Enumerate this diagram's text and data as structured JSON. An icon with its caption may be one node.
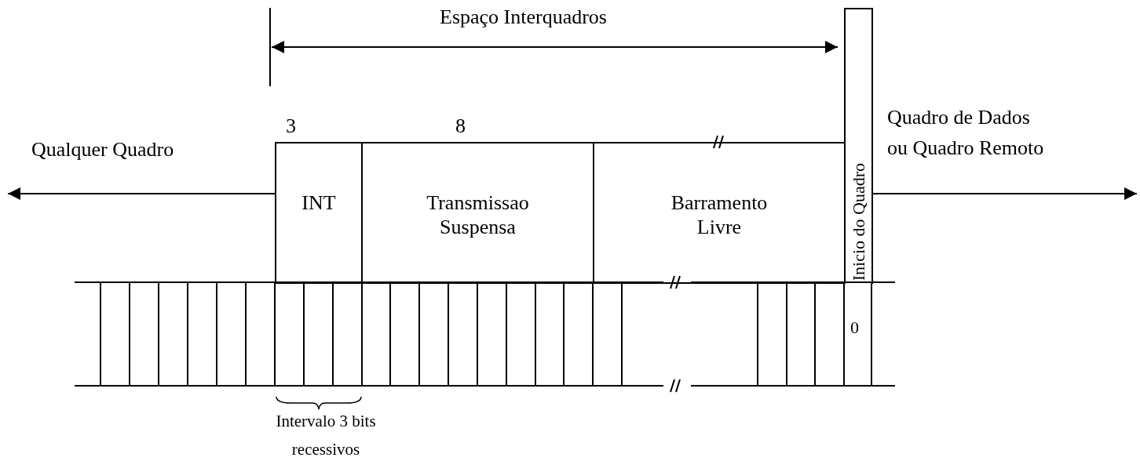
{
  "diagram": {
    "nodes": [
      {
        "text": [
          "INT"
        ],
        "beside": [
          "3"
        ]
      },
      {
        "text": [
          "Transmissao Suspensa"
        ],
        "beside": [
          "8"
        ]
      },
      {
        "text": [
          "Barramento Livre"
        ]
      },
      {
        "text": [
          "Inicio do Quadro"
        ]
      }
    ],
    "edges": [
      {
        "from": 0,
        "to": null,
        "arrow": "to",
        "label": "Qualquer Quadro"
      },
      {
        "from": 3,
        "to": null,
        "arrow": "to",
        "label": "Quadro de Dados ou Quadro Remoto"
      }
    ],
    "labels": [
      "Espaço Interquadros",
      "0",
      "Intervalo 3 bits recessivos"
    ]
  }
}
